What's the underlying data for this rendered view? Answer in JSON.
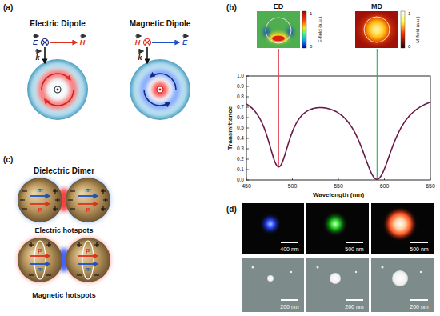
{
  "diagram": {
    "labels": [
      "(a)",
      "Electric Dipole",
      "E",
      "H",
      "k",
      "Magnetic Dipole",
      "H",
      "E",
      "k",
      "(b)",
      "ED",
      "MD",
      "1",
      "0",
      "E-field (a.u.)",
      "1",
      "0",
      "M-field (a.u.)",
      "Transmittance",
      "1.0",
      "0.9",
      "0.8",
      "0.7",
      "0.6",
      "0.5",
      "0.4",
      "0.3",
      "0.2",
      "0.1",
      "0.0",
      "450",
      "500",
      "550",
      "600",
      "650",
      "Wavelength (nm)",
      "(c)",
      "Dielectric Dimer",
      "m",
      "p",
      "m",
      "p",
      "Electric hotspots",
      "p",
      "m",
      "p",
      "m",
      "Magnetic hotspots",
      "(d)",
      "400 nm",
      "500 nm",
      "500 nm",
      "200 nm",
      "200 nm",
      "200 nm"
    ]
  }
}
